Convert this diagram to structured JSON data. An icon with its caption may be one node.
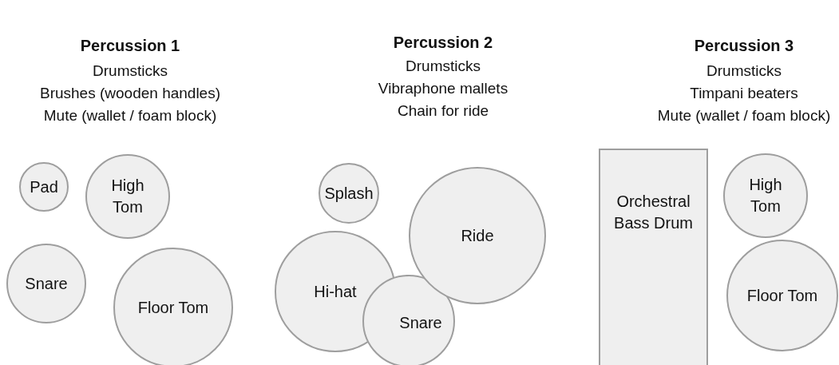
{
  "diagram": {
    "nodes": [
      {
        "text": [
          "Pad"
        ]
      },
      {
        "text": [
          "High Tom"
        ]
      },
      {
        "text": [
          "Snare"
        ]
      },
      {
        "text": [
          "Floor Tom"
        ]
      },
      {
        "text": [
          "Splash"
        ]
      },
      {
        "text": [
          "Ride"
        ]
      },
      {
        "text": [
          "Hi-hat"
        ]
      },
      {
        "text": [
          "Snare"
        ]
      },
      {
        "text": [
          "Orchestral Bass Drum"
        ]
      },
      {
        "text": [
          "High Tom"
        ]
      },
      {
        "text": [
          "Floor Tom"
        ]
      }
    ],
    "labels": [
      "Percussion 1",
      "Drumsticks",
      "Brushes (wooden handles)",
      "Mute (wallet / foam block)",
      "Percussion 2",
      "Drumsticks",
      "Vibraphone mallets",
      "Chain for ride",
      "Percussion 3",
      "Drumsticks",
      "Timpani beaters",
      "Mute (wallet / foam block)"
    ]
  }
}
